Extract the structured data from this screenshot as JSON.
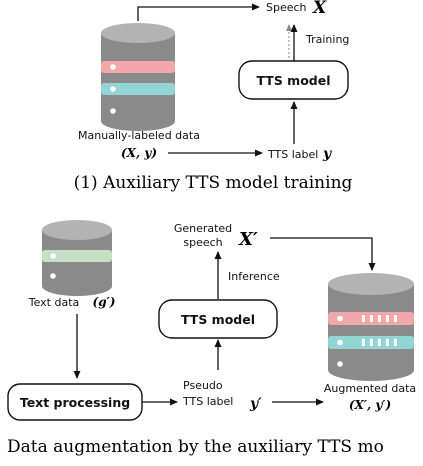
{
  "top": {
    "speech": "Speech",
    "speech_sym": "X",
    "training": "Training",
    "tts_model": "TTS model",
    "db_label": "Manually-labeled data",
    "db_pair": "(X, y)",
    "tts_label": "TTS label",
    "tts_label_sym": "y",
    "caption": "(1) Auxiliary TTS model training"
  },
  "bottom": {
    "generated_line1": "Generated",
    "generated_line2": "speech",
    "generated_sym": "X′",
    "inference": "Inference",
    "tts_model": "TTS model",
    "text_data": "Text data",
    "text_data_sym": "(g′)",
    "text_processing": "Text processing",
    "pseudo_line1": "Pseudo",
    "pseudo_line2": "TTS label",
    "pseudo_sym": "y′",
    "augmented": "Augmented data",
    "augmented_pair": "(X′, y′)",
    "caption": "Data augmentation by the auxiliary TTS mo"
  },
  "colors": {
    "db_gray": "#8a8a8a",
    "db_red": "#f2a8a8",
    "db_cyan": "#93d4d6",
    "db_green": "#c7dfc7"
  }
}
